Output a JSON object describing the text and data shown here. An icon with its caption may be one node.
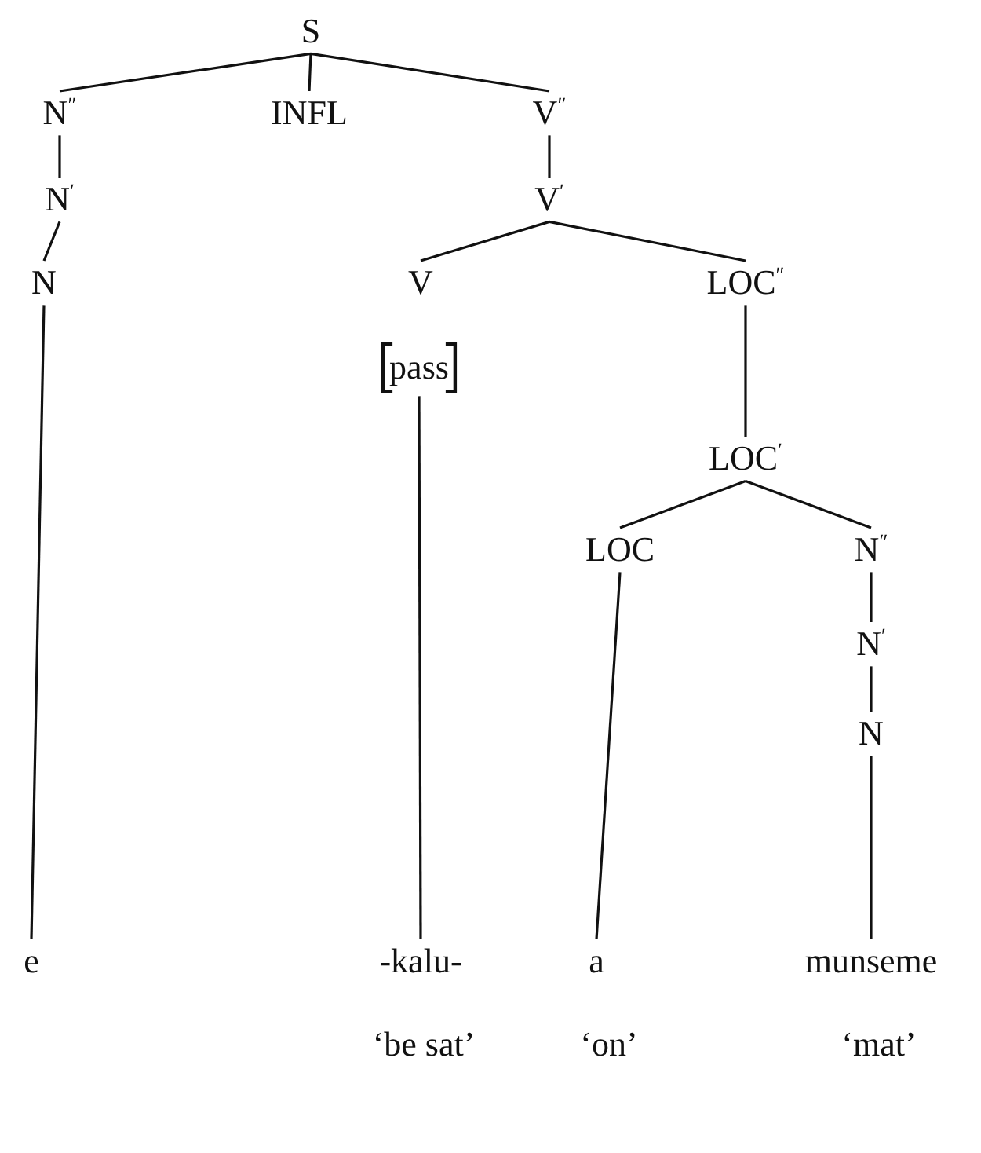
{
  "diagram": {
    "nodes": [
      {
        "text": [
          "S"
        ]
      },
      {
        "text": [
          "N$^{″}$"
        ]
      },
      {
        "text": [
          "INFL"
        ]
      },
      {
        "text": [
          "V$^{″}$"
        ]
      },
      {
        "text": [
          "N$^{′}$"
        ]
      },
      {
        "text": [
          "V$^{′}$"
        ]
      },
      {
        "text": [
          "N"
        ]
      },
      {
        "text": [
          "V"
        ]
      },
      {
        "text": [
          "LOC$^{″}$"
        ]
      },
      {
        "text": [
          "pass"
        ]
      },
      {
        "text": [
          "LOC$^{′}$"
        ]
      },
      {
        "text": [
          "LOC"
        ]
      },
      {
        "text": [
          "N$^{″}$"
        ]
      },
      {
        "text": [
          "N$^{′}$"
        ]
      },
      {
        "text": [
          "N"
        ]
      },
      {
        "text": [
          "e"
        ]
      },
      {
        "text": [
          "-kalu-"
        ]
      },
      {
        "text": [
          "a"
        ]
      },
      {
        "text": [
          "munseme"
        ]
      }
    ],
    "edges": [
      {
        "from": 0,
        "to": 1,
        "arrow": "none"
      },
      {
        "from": 0,
        "to": 2,
        "arrow": "none"
      },
      {
        "from": 0,
        "to": 3,
        "arrow": "none"
      },
      {
        "from": 1,
        "to": 4,
        "arrow": "none"
      },
      {
        "from": 4,
        "to": 6,
        "arrow": "none"
      },
      {
        "from": 6,
        "to": 15,
        "arrow": "none"
      },
      {
        "from": 3,
        "to": 5,
        "arrow": "none"
      },
      {
        "from": 5,
        "to": 7,
        "arrow": "none"
      },
      {
        "from": 5,
        "to": 8,
        "arrow": "none"
      },
      {
        "from": 9,
        "to": 16,
        "arrow": "none"
      },
      {
        "from": 8,
        "to": 10,
        "arrow": "none"
      },
      {
        "from": 10,
        "to": 11,
        "arrow": "none"
      },
      {
        "from": 10,
        "to": 12,
        "arrow": "none"
      },
      {
        "from": 11,
        "to": 17,
        "arrow": "none"
      },
      {
        "from": 12,
        "to": 13,
        "arrow": "none"
      },
      {
        "from": 13,
        "to": 14,
        "arrow": "none"
      },
      {
        "from": 14,
        "to": 18,
        "arrow": "none"
      }
    ],
    "labels": [
      "‘be sat’",
      "‘on’",
      "‘mat’"
    ]
  }
}
